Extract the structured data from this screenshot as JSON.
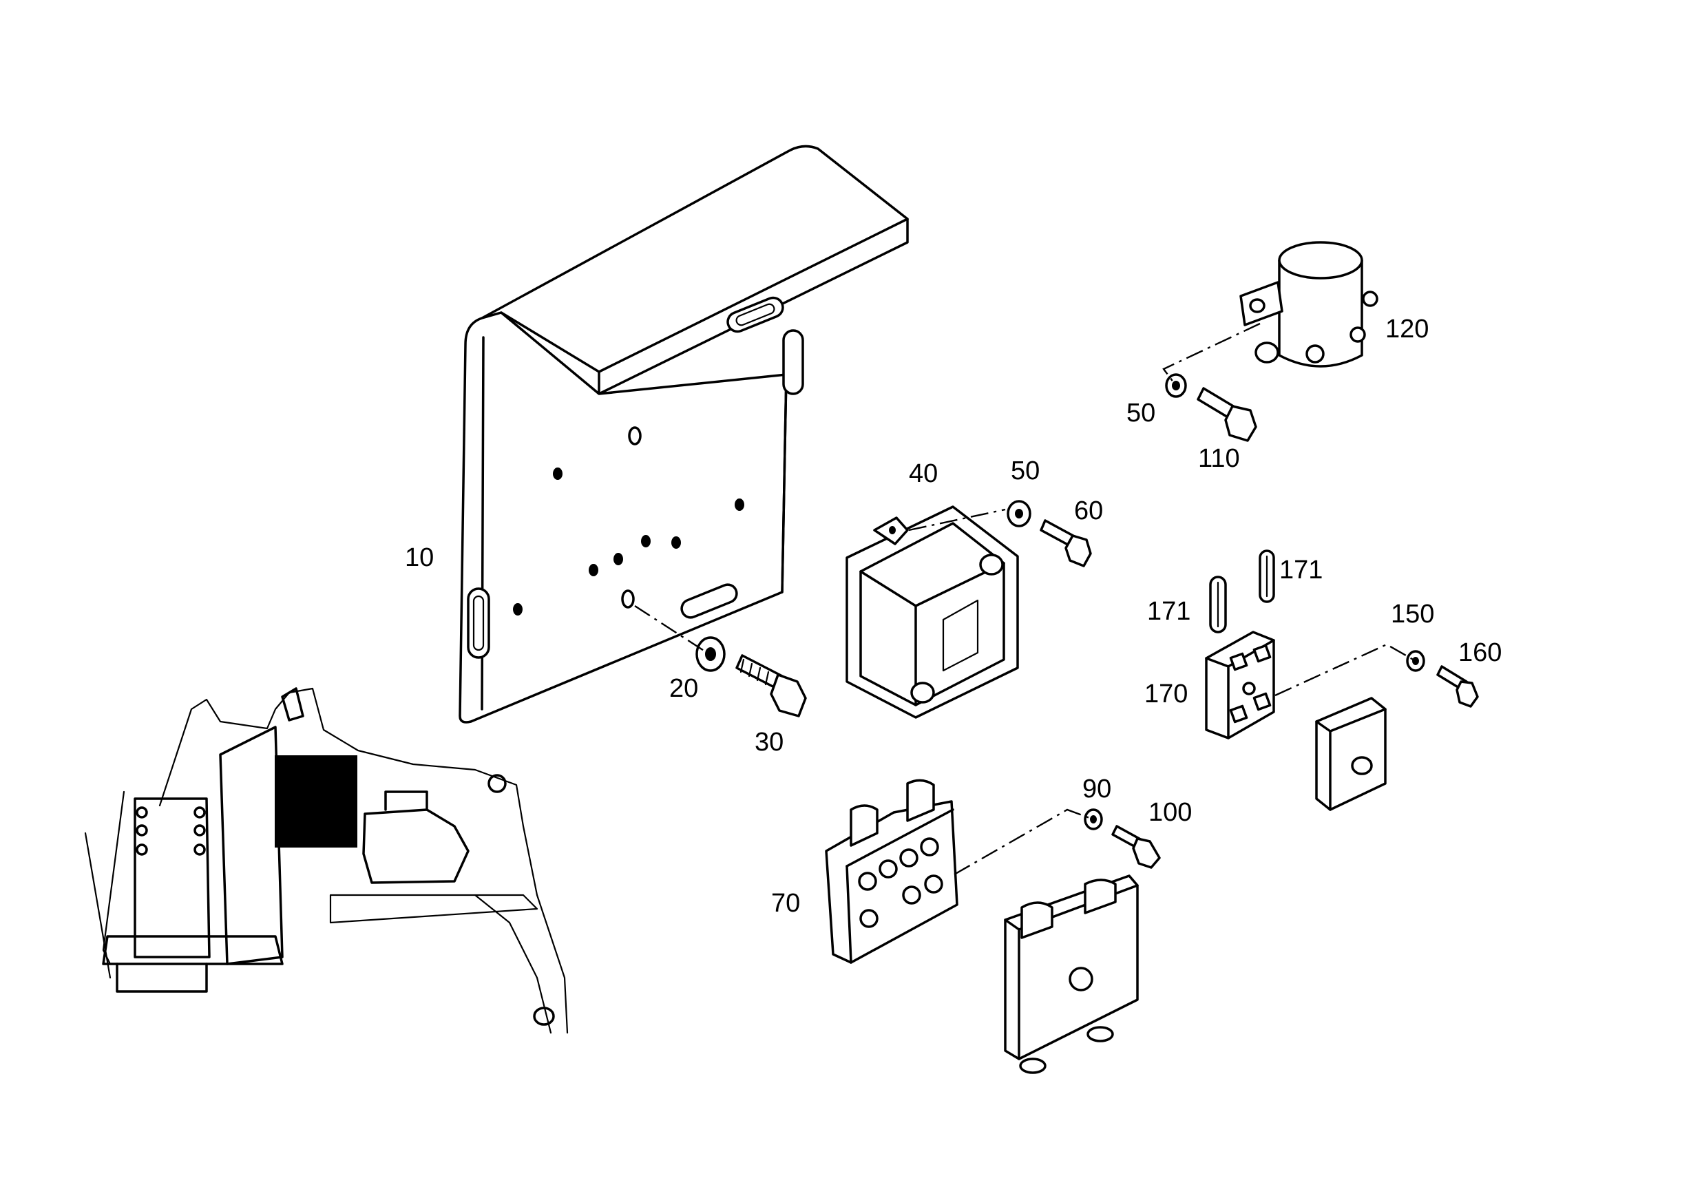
{
  "diagram": {
    "callouts": [
      {
        "id": "c10",
        "text": "10"
      },
      {
        "id": "c20",
        "text": "20"
      },
      {
        "id": "c30",
        "text": "30"
      },
      {
        "id": "c40",
        "text": "40"
      },
      {
        "id": "c50a",
        "text": "50"
      },
      {
        "id": "c60",
        "text": "60"
      },
      {
        "id": "c50b",
        "text": "50"
      },
      {
        "id": "c110",
        "text": "110"
      },
      {
        "id": "c120",
        "text": "120"
      },
      {
        "id": "c171a",
        "text": "171"
      },
      {
        "id": "c171b",
        "text": "171"
      },
      {
        "id": "c150",
        "text": "150"
      },
      {
        "id": "c160",
        "text": "160"
      },
      {
        "id": "c170",
        "text": "170"
      },
      {
        "id": "c90",
        "text": "90"
      },
      {
        "id": "c100",
        "text": "100"
      },
      {
        "id": "c70",
        "text": "70"
      }
    ]
  }
}
